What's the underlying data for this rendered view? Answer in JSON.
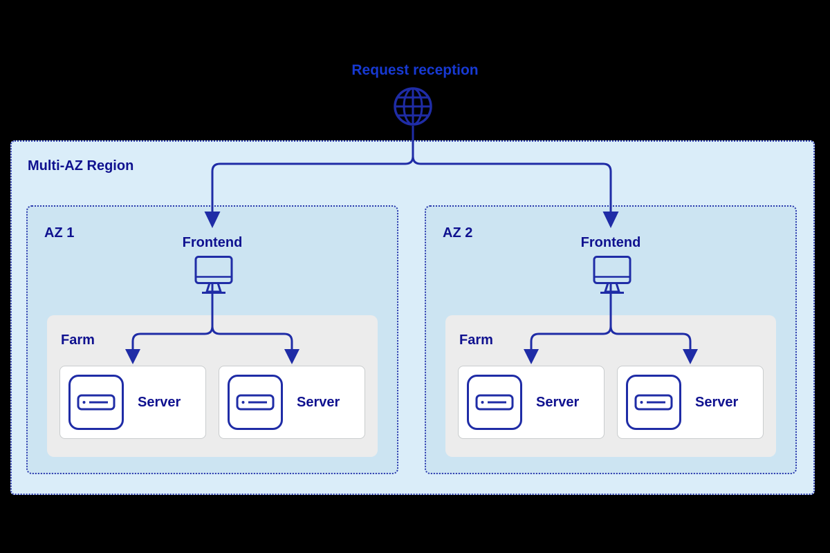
{
  "header": {
    "title": "Request reception",
    "icon": "globe-icon"
  },
  "region": {
    "label": "Multi-AZ Region",
    "azs": [
      {
        "label": "AZ 1",
        "frontend": {
          "label": "Frontend",
          "icon": "monitor-icon"
        },
        "farm": {
          "label": "Farm",
          "servers": [
            {
              "label": "Server",
              "icon": "server-icon"
            },
            {
              "label": "Server",
              "icon": "server-icon"
            }
          ]
        }
      },
      {
        "label": "AZ 2",
        "frontend": {
          "label": "Frontend",
          "icon": "monitor-icon"
        },
        "farm": {
          "label": "Farm",
          "servers": [
            {
              "label": "Server",
              "icon": "server-icon"
            },
            {
              "label": "Server",
              "icon": "server-icon"
            }
          ]
        }
      }
    ]
  },
  "colors": {
    "background": "#000000",
    "region_bg": "#daedf9",
    "az_bg": "#cce4f2",
    "farm_bg": "#ececec",
    "card_bg": "#ffffff",
    "card_border": "#c9cccd",
    "line_navy": "#1f2ca6",
    "label_navy": "#0f118f",
    "title_blue": "#1739d2",
    "dotted_border": "#2a38ae"
  }
}
